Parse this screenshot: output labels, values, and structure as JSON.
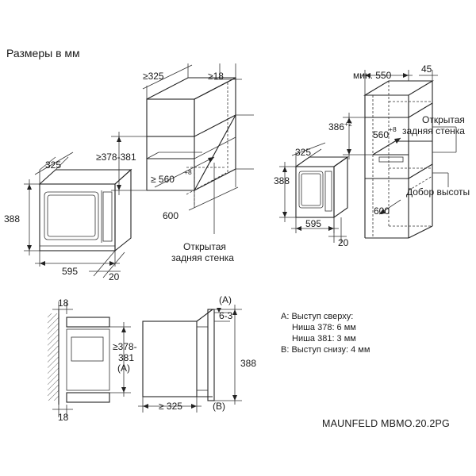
{
  "title": "Размеры в мм",
  "model": "MAUNFELD MBMO.20.2PG",
  "legend": {
    "a_head": "A: Выступ сверху:",
    "a_line1": "Ниша 378: 6 мм",
    "a_line2": "Ниша 381: 3 мм",
    "b_line": "B: Выступ снизу:  4 мм"
  },
  "wall_view": {
    "dim_width_min": "≥325",
    "dim_panel_min": "≥18",
    "dim_height_range": "≥378-381",
    "dim_depth_min": "≥ 560",
    "dim_depth_sup": "+8",
    "dim_cabinet_width": "600",
    "note_line1": "Открытая",
    "note_line2": "задняя стенка"
  },
  "appliance_front": {
    "dim_depth": "325",
    "dim_height": "388",
    "dim_width": "595",
    "dim_front": "20"
  },
  "tall_view": {
    "dim_min_width_label": "мин. 550",
    "dim_side": "45",
    "dim_height": "386",
    "dim_height_sup": "+2",
    "dim_depth": "560",
    "dim_depth_sup": "+8",
    "dim_cabinet_width": "600",
    "note_line1": "Открытая",
    "note_line2": "задняя стенка",
    "note_extra": "Добор высоты"
  },
  "appliance_small": {
    "dim_depth": "325",
    "dim_height": "388",
    "dim_width": "595",
    "dim_front": "20"
  },
  "section_view": {
    "dim_top_panel": "18",
    "dim_bottom_panel": "18",
    "dim_niche_line1": "≥378-",
    "dim_niche_line2": "381",
    "dim_niche_line3": "(A)",
    "dim_depth_min": "≥ 325",
    "dim_proj": "6-3",
    "dim_height": "388",
    "marker_a": "(A)",
    "marker_b": "(B)"
  }
}
